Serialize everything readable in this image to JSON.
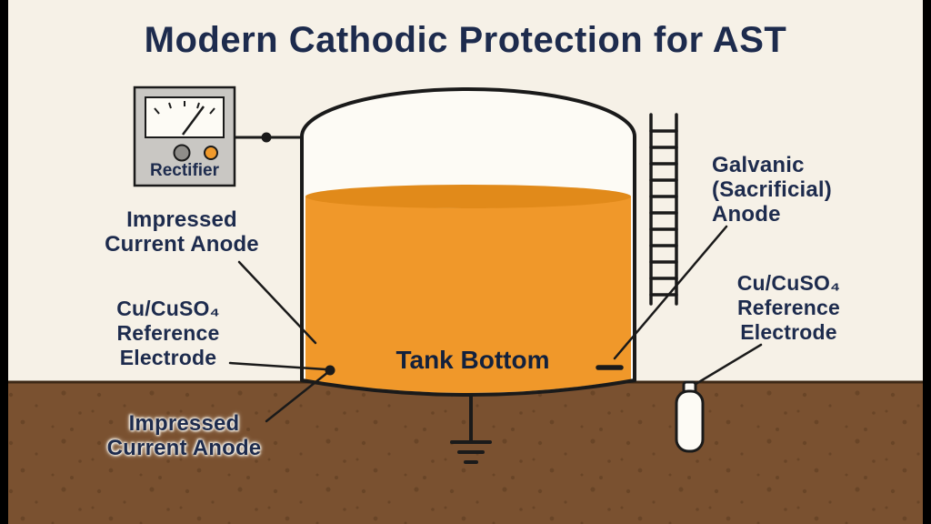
{
  "title": "Modern Cathodic Protection for AST",
  "rectifier": {
    "label": "Rectifier"
  },
  "tank": {
    "bottom_label": "Tank Bottom"
  },
  "labels": {
    "impressed_current_anode_top": "Impressed\nCurrent Anode",
    "reference_electrode_left": "Cu/CuSO₄\nReference\nElectrode",
    "impressed_current_anode_bottom": "Impressed\nCurrent Anode",
    "galvanic_anode": "Galvanic\n(Sacrificial)\nAnode",
    "reference_electrode_right": "Cu/CuSO₄\nReference\nElectrode"
  },
  "colors": {
    "background": "#f6f1e7",
    "navy": "#1d2b4d",
    "dark-text": "#13213d",
    "liquid-orange": "#f0982a",
    "liquid-surface-orange": "#e18a1a",
    "ground-brown": "#7a5130",
    "ground-speckle": "#5b3a1f",
    "ground-edge": "#3c2816",
    "outline": "#1a1a1a",
    "rectifier-gray": "#c9c7c3",
    "knob-gray": "#8f8d89",
    "knob-orange": "#f09a2c",
    "tank-white": "#fdfbf5"
  }
}
